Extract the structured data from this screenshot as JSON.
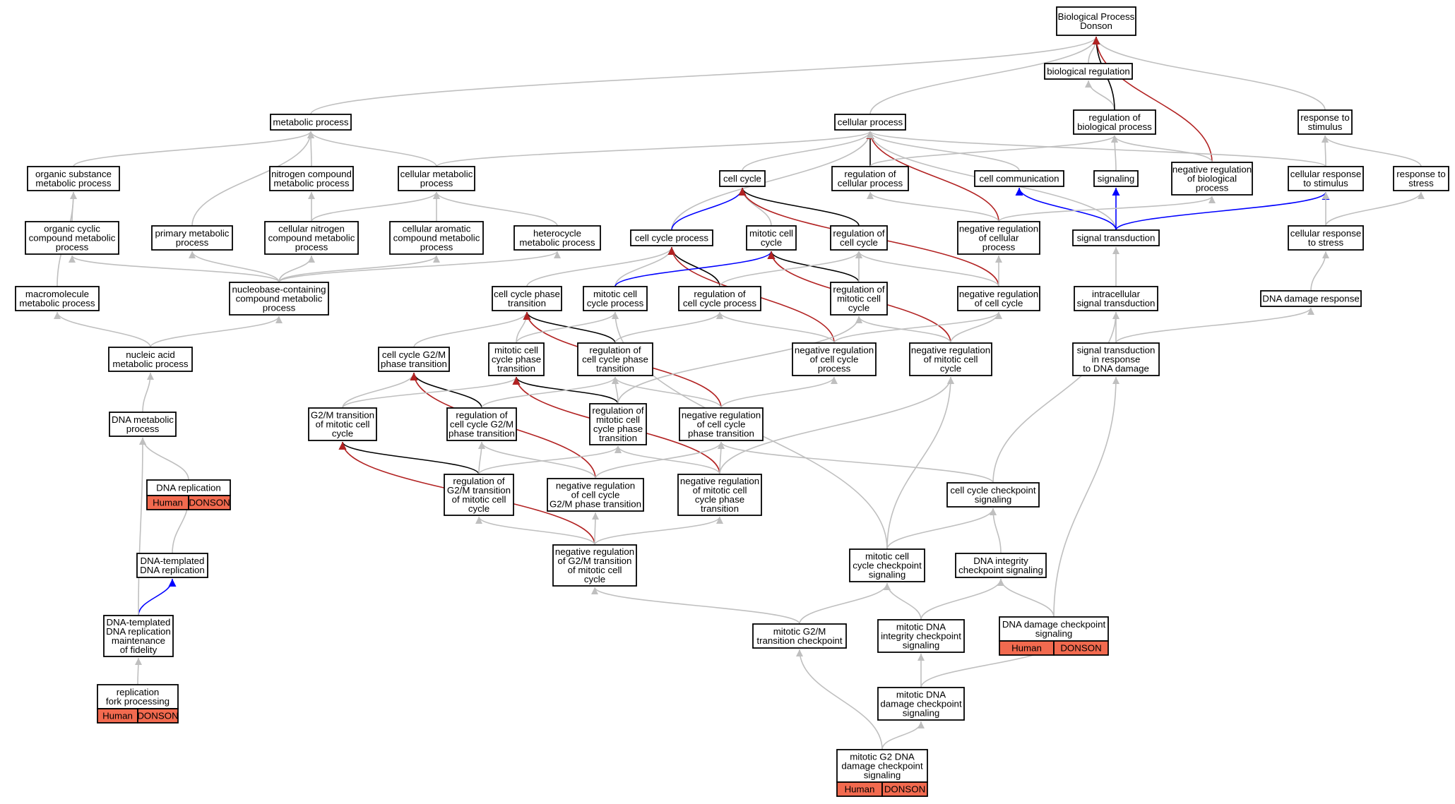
{
  "colors": {
    "is_a": "#bfbfbf",
    "part_of": "#000000",
    "negatively_regulates": "#b22222",
    "positively_regulates": "#0000ff",
    "annotation": "#f26a4f"
  },
  "nodes": {
    "bp": [
      "Biological Process",
      "Donson"
    ],
    "bioreg": [
      "biological regulation"
    ],
    "metab": [
      "metabolic process"
    ],
    "cellproc": [
      "cellular process"
    ],
    "regbio": [
      "regulation of",
      "biological process"
    ],
    "resp_stim": [
      "response to",
      "stimulus"
    ],
    "orgsub": [
      "organic substance",
      "metabolic process"
    ],
    "nitro": [
      "nitrogen compound",
      "metabolic process"
    ],
    "cellmet": [
      "cellular metabolic",
      "process"
    ],
    "cellcycle": [
      "cell cycle"
    ],
    "regcell": [
      "regulation of",
      "cellular process"
    ],
    "cellcomm": [
      "cell communication"
    ],
    "signaling": [
      "signaling"
    ],
    "negregbio": [
      "negative regulation",
      "of biological",
      "process"
    ],
    "cellresp": [
      "cellular response",
      "to stimulus"
    ],
    "resp_stress": [
      "response to",
      "stress"
    ],
    "orgcyc": [
      "organic cyclic",
      "compound metabolic",
      "process"
    ],
    "primary": [
      "primary metabolic",
      "process"
    ],
    "cellnitro": [
      "cellular nitrogen",
      "compound metabolic",
      "process"
    ],
    "cellarom": [
      "cellular aromatic",
      "compound metabolic",
      "process"
    ],
    "hetero": [
      "heterocycle",
      "metabolic process"
    ],
    "ccproc": [
      "cell cycle process"
    ],
    "mitcc": [
      "mitotic cell",
      "cycle"
    ],
    "regcc": [
      "regulation of",
      "cell cycle"
    ],
    "negregcell": [
      "negative regulation",
      "of cellular",
      "process"
    ],
    "sigtrans": [
      "signal transduction"
    ],
    "cellresp_stress": [
      "cellular response",
      "to stress"
    ],
    "macro": [
      "macromolecule",
      "metabolic process"
    ],
    "nucbase": [
      "nucleobase-containing",
      "compound metabolic",
      "process"
    ],
    "ccpt": [
      "cell cycle phase",
      "transition"
    ],
    "mitccproc": [
      "mitotic cell",
      "cycle process"
    ],
    "regccproc": [
      "regulation of",
      "cell cycle process"
    ],
    "regmitcc": [
      "regulation of",
      "mitotic cell",
      "cycle"
    ],
    "negregcc": [
      "negative regulation",
      "of cell cycle"
    ],
    "intrasig": [
      "intracellular",
      "signal transduction"
    ],
    "dnadamresp": [
      "DNA damage response"
    ],
    "nucacid": [
      "nucleic acid",
      "metabolic process"
    ],
    "ccg2m": [
      "cell cycle G2/M",
      "phase transition"
    ],
    "mitccpt": [
      "mitotic cell",
      "cycle phase",
      "transition"
    ],
    "regccpt": [
      "regulation of",
      "cell cycle phase",
      "transition"
    ],
    "negregccproc": [
      "negative regulation",
      "of cell cycle",
      "process"
    ],
    "negregmitcc": [
      "negative regulation",
      "of mitotic cell",
      "cycle"
    ],
    "sigdna": [
      "signal transduction",
      "in response",
      "to DNA damage"
    ],
    "dnamet": [
      "DNA metabolic",
      "process"
    ],
    "g2mmit": [
      "G2/M transition",
      "of mitotic cell",
      "cycle"
    ],
    "regccg2m": [
      "regulation of",
      "cell cycle G2/M",
      "phase transition"
    ],
    "regmitccpt": [
      "regulation of",
      "mitotic cell",
      "cycle phase",
      "transition"
    ],
    "negregccpt": [
      "negative regulation",
      "of cell cycle",
      "phase transition"
    ],
    "dnarep": [
      "DNA replication"
    ],
    "regg2mmit": [
      "regulation of",
      "G2/M transition",
      "of mitotic cell",
      "cycle"
    ],
    "negregccg2m": [
      "negative regulation",
      "of cell cycle",
      "G2/M phase transition"
    ],
    "negregmitccpt": [
      "negative regulation",
      "of mitotic cell",
      "cycle phase",
      "transition"
    ],
    "cccheck": [
      "cell cycle checkpoint",
      "signaling"
    ],
    "dnatemp": [
      "DNA-templated",
      "DNA replication"
    ],
    "negregg2mmit": [
      "negative regulation",
      "of G2/M transition",
      "of mitotic cell",
      "cycle"
    ],
    "mitcccheck": [
      "mitotic cell",
      "cycle checkpoint",
      "signaling"
    ],
    "dnaint": [
      "DNA integrity",
      "checkpoint signaling"
    ],
    "dnatempmaint": [
      "DNA-templated",
      "DNA replication",
      "maintenance",
      "of fidelity"
    ],
    "mitg2m": [
      "mitotic G2/M",
      "transition checkpoint"
    ],
    "mitdnaint": [
      "mitotic DNA",
      "integrity checkpoint",
      "signaling"
    ],
    "dnadamcheck": [
      "DNA damage checkpoint",
      "signaling"
    ],
    "mitdnadam": [
      "mitotic DNA",
      "damage checkpoint",
      "signaling"
    ],
    "replfork": [
      "replication",
      "fork processing"
    ],
    "mitg2dna": [
      "mitotic G2 DNA",
      "damage checkpoint",
      "signaling"
    ]
  },
  "annotations": {
    "dnarep": [
      "Human",
      "DONSON"
    ],
    "dnadamcheck": [
      "Human",
      "DONSON"
    ],
    "replfork": [
      "Human",
      "DONSON"
    ],
    "mitg2dna": [
      "Human",
      "DONSON"
    ]
  }
}
